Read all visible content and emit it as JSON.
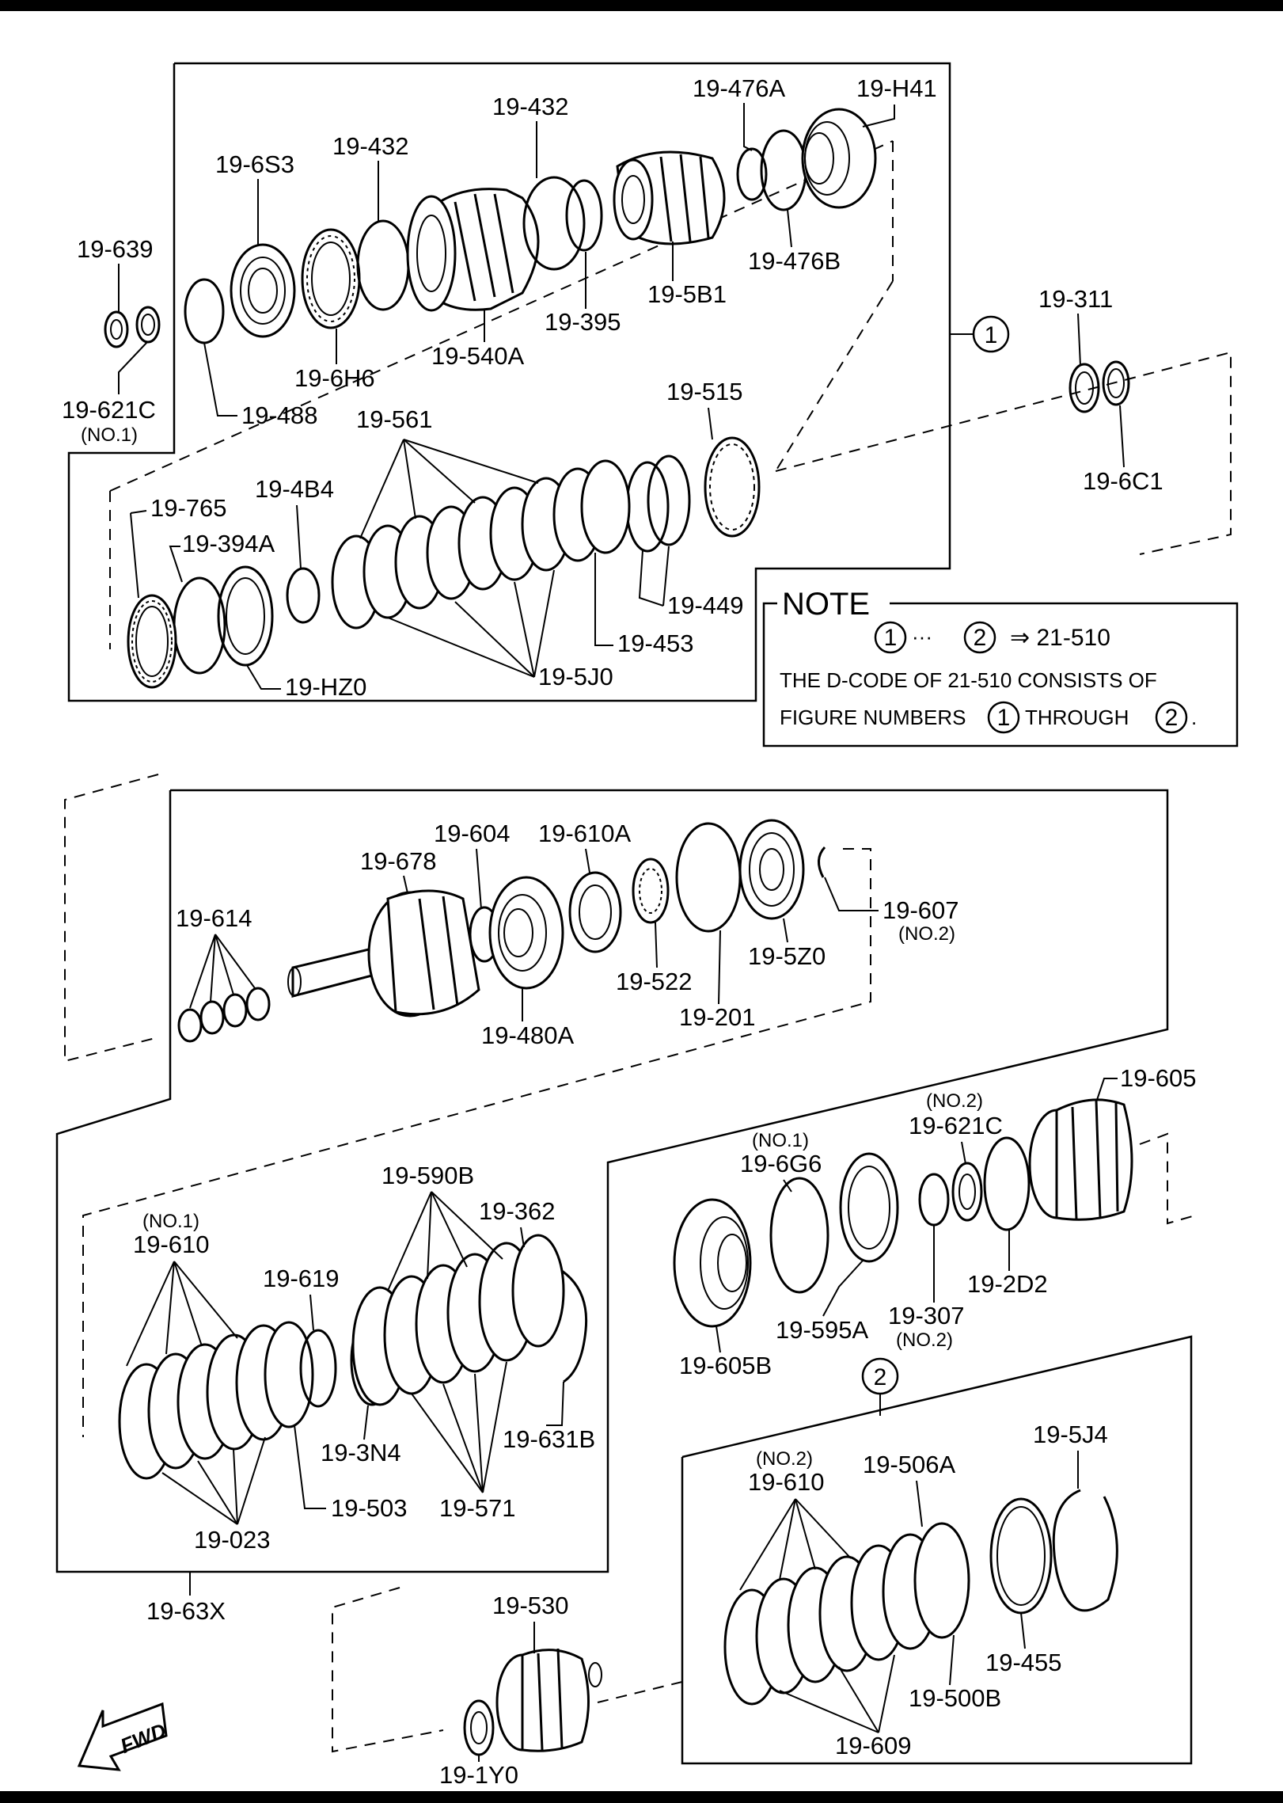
{
  "upper_group": {
    "part_639": "19-639",
    "part_621C": "19-621C",
    "part_621C_sub": "(NO.1)",
    "part_6S3": "19-6S3",
    "part_432a": "19-432",
    "part_432b": "19-432",
    "part_488": "19-488",
    "part_6H6": "19-6H6",
    "part_540A": "19-540A",
    "part_395": "19-395",
    "part_5B1": "19-5B1",
    "part_476A": "19-476A",
    "part_476B": "19-476B",
    "part_H41": "19-H41",
    "part_311": "19-311",
    "part_6C1": "19-6C1",
    "part_561": "19-561",
    "part_515": "19-515",
    "part_765": "19-765",
    "part_4B4": "19-4B4",
    "part_394A": "19-394A",
    "part_449": "19-449",
    "part_453": "19-453",
    "part_HZ0": "19-HZ0",
    "part_5J0": "19-5J0",
    "circle_1": "1"
  },
  "note": {
    "title": "NOTE",
    "circle_a": "1",
    "dots": "···",
    "circle_b": "2",
    "arrow_ref": "⇒ 21-510",
    "line2": "THE D-CODE OF  21-510  CONSISTS OF",
    "line3a": "FIGURE NUMBERS",
    "line3_circle_a": "1",
    "line3b": "THROUGH",
    "line3_circle_b": "2",
    "line3_end": "."
  },
  "middle_group": {
    "part_614": "19-614",
    "part_678": "19-678",
    "part_604": "19-604",
    "part_610A": "19-610A",
    "part_607": "19-607",
    "part_607_sub": "(NO.2)",
    "part_5Z0": "19-5Z0",
    "part_522": "19-522",
    "part_201": "19-201",
    "part_480A": "19-480A"
  },
  "lower_left_group": {
    "part_610_sub": "(NO.1)",
    "part_610": "19-610",
    "part_590B": "19-590B",
    "part_362": "19-362",
    "part_619": "19-619",
    "part_3N4": "19-3N4",
    "part_631B": "19-631B",
    "part_503": "19-503",
    "part_571": "19-571",
    "part_023": "19-023",
    "part_63X": "19-63X"
  },
  "lower_right_group": {
    "part_605": "19-605",
    "part_621C_sub": "(NO.2)",
    "part_621C": "19-621C",
    "part_6G6_sub": "(NO.1)",
    "part_6G6": "19-6G6",
    "part_2D2": "19-2D2",
    "part_307": "19-307",
    "part_307_sub": "(NO.2)",
    "part_595A": "19-595A",
    "part_605B": "19-605B",
    "circle_2": "2"
  },
  "bottom_right_group": {
    "part_5J4": "19-5J4",
    "part_610_sub": "(NO.2)",
    "part_610": "19-610",
    "part_506A": "19-506A",
    "part_455": "19-455",
    "part_500B": "19-500B",
    "part_609": "19-609"
  },
  "bottom_left_group": {
    "part_530": "19-530",
    "part_1Y0": "19-1Y0",
    "fwd_label": "FWD"
  }
}
